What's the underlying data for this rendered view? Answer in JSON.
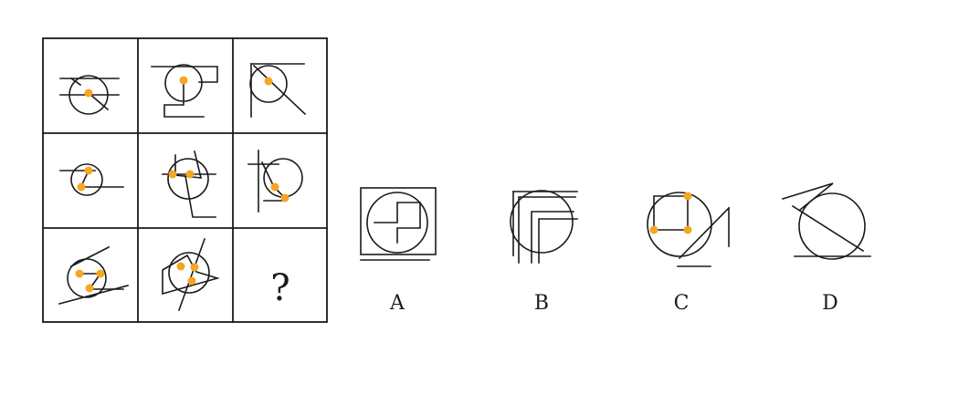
{
  "question_mark": "?",
  "options": {
    "a": "A",
    "b": "B",
    "c": "C",
    "d": "D"
  },
  "colors": {
    "line": "#1a1a1a",
    "dot": "#f5a623",
    "background": "#ffffff"
  }
}
